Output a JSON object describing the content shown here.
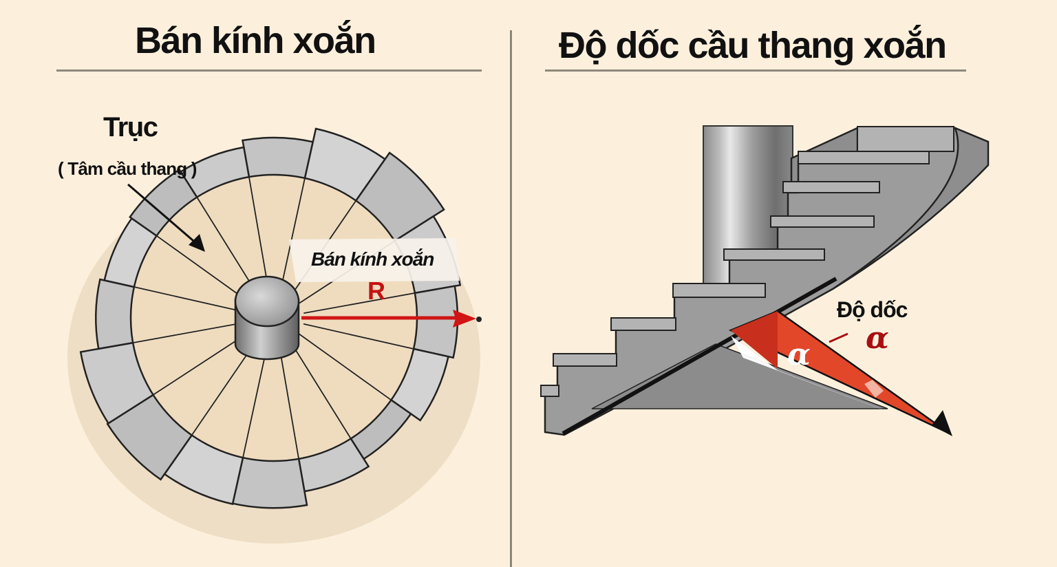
{
  "left_panel": {
    "title": "Bán kính xoắn",
    "axis_label": "Trục",
    "axis_sublabel": "( Tâm cầu thang )",
    "radius_label": "Bán kính xoắn",
    "radius_symbol": "R",
    "step_count": 16
  },
  "right_panel": {
    "title": "Độ dốc cầu thang xoắn",
    "slope_label": "Độ dốc",
    "angle_symbol_outer": "α",
    "angle_symbol_inner": "α"
  },
  "colors": {
    "background": "#fcf0dd",
    "tread_inner": "#efdcbf",
    "tread_outer": "#c9c9c9",
    "accent_red": "#d11414",
    "slope_orange": "#e2472a",
    "dark_red": "#a80f12",
    "divider": "#8d8478"
  }
}
